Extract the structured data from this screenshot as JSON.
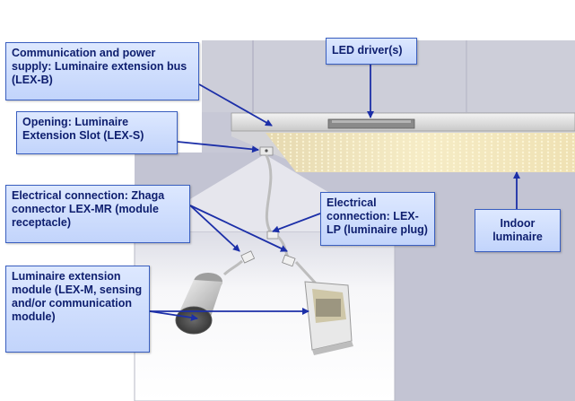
{
  "labels": {
    "lex_b": "Communication and power supply: Luminaire extension bus (LEX-B)",
    "led_driver": "LED driver(s)",
    "lex_s": "Opening: Luminaire Extension Slot (LEX-S)",
    "lex_mr": "Electrical connection: Zhaga connector LEX-MR (module receptacle)",
    "lex_lp": "Electrical connection: LEX-LP (luminaire plug)",
    "indoor_luminaire": "Indoor luminaire",
    "lex_m": "Luminaire extension module (LEX-M, sensing and/or communication module)"
  },
  "colors": {
    "callout_border": "#3a5fc0",
    "callout_text": "#0e1e6e",
    "arrow": "#1c2fa8",
    "ceiling": "#c7c8d6",
    "room": "#f4f4f6"
  }
}
